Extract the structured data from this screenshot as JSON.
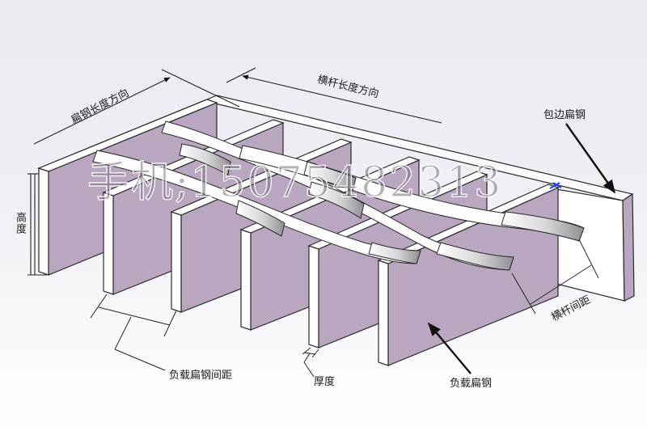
{
  "diagram": {
    "subject": "steel bar grating (isometric view)",
    "labels": {
      "bearing_bar_length_direction": "扁钢长度方向",
      "cross_bar_length_direction": "横杆长度方向",
      "binding_bar": "包边扁钢",
      "height": "高度",
      "bearing_bar_spacing": "负载扁钢间距",
      "thickness": "厚度",
      "bearing_bar": "负载扁钢",
      "cross_bar_spacing": "横杆间距"
    },
    "watermark": "手机;15075482313",
    "colors": {
      "bar_face": "#b9a6bf",
      "bar_top": "#ffffff",
      "outline": "#2a2a2a",
      "background": "#eceef3",
      "marker": "#1a3cff"
    },
    "bearing_bar_count": 6,
    "cross_bar_count": 3
  }
}
